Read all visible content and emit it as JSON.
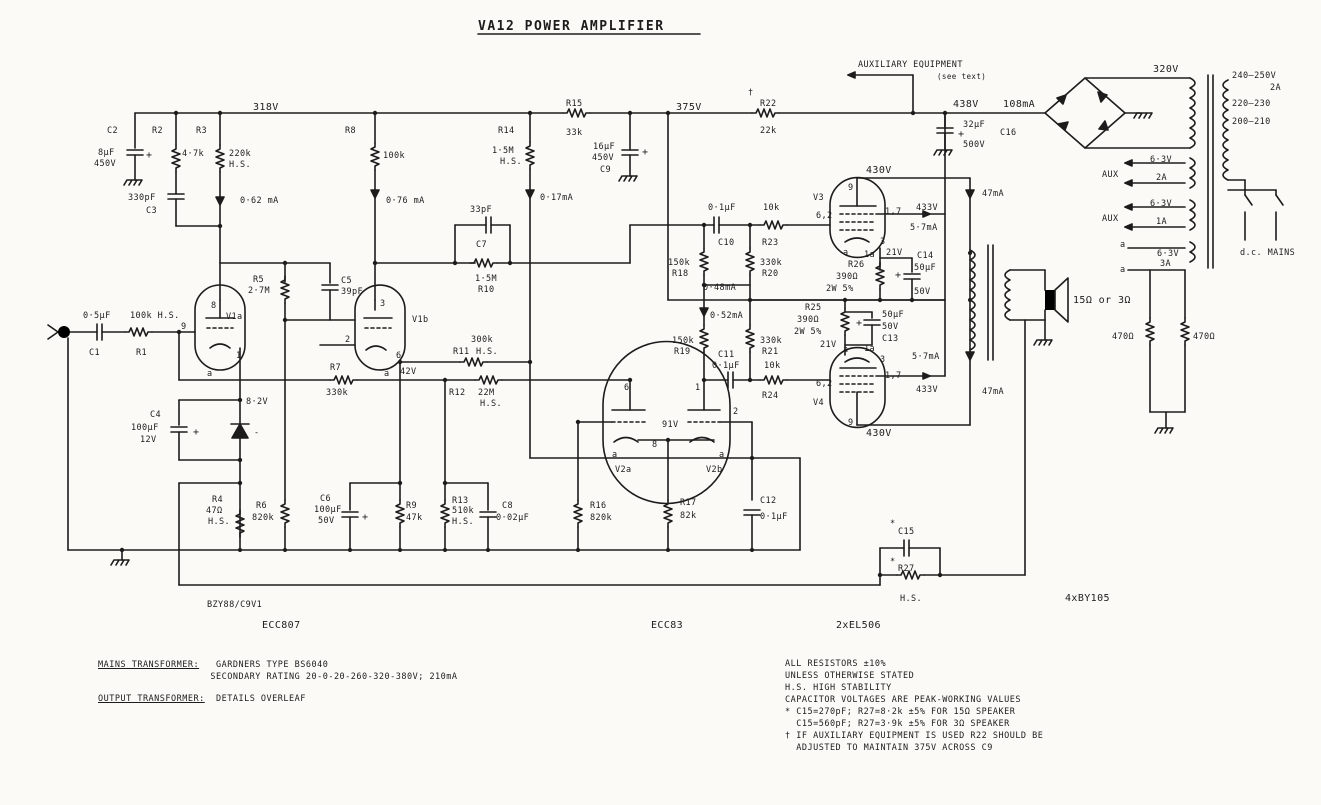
{
  "title": "VA12 POWER AMPLIFIER",
  "rails": {
    "v318": "318V",
    "v375": "375V",
    "v438": "438V",
    "i108": "108mA",
    "v320": "320V",
    "v430a": "430V",
    "v430b": "430V",
    "v433a": "433V",
    "v433b": "433V",
    "v42": "42V",
    "v91": "91V",
    "v82": "8·2V",
    "v21a": "21V",
    "v21b": "21V"
  },
  "currents": {
    "i062": "0·62 mA",
    "i076": "0·76 mA",
    "i017": "0·17mA",
    "i048": "0·48mA",
    "i052": "0·52mA",
    "i47a": "47mA",
    "i47b": "47mA",
    "i57a": "5·7mA",
    "i57b": "5·7mA"
  },
  "aux": {
    "label": "AUXILIARY EQUIPMENT",
    "sub": "(see text)",
    "aux1": "AUX",
    "aux2": "AUX",
    "w1": "6·3V",
    "w1b": "2A",
    "w2": "6·3V",
    "w2b": "1A",
    "w3": "6·3V",
    "w3b": "3A"
  },
  "mains": {
    "taps1": "240–250V",
    "a2": "2A",
    "taps2": "220–230",
    "taps3": "200–210",
    "dc": "d.c. MAINS",
    "speaker": "15Ω or 3Ω",
    "r470a": "470Ω",
    "r470b": "470Ω",
    "bridge": "4xBY105"
  },
  "parts": {
    "C2": "C2",
    "C2v": "8µF",
    "C2w": "450V",
    "R2": "R2",
    "R2v": "4·7k",
    "R3": "R3",
    "R3v": "220k",
    "R3h": "H.S.",
    "C3": "C3",
    "C3v": "330pF",
    "R8": "R8",
    "R8v": "100k",
    "R14": "R14",
    "R14v": "1·5M",
    "R14h": "H.S.",
    "R15": "R15",
    "R15v": "33k",
    "C9": "C9",
    "C9v": "16µF",
    "C9w": "450V",
    "R22": "R22",
    "R22v": "22k",
    "dagger": "†",
    "C16": "C16",
    "C16v": "32µF",
    "C16w": "500V",
    "C7": "C7",
    "C7v": "33pF",
    "R10": "R10",
    "R10v": "1·5M",
    "R5": "R5",
    "R5v": "2·7M",
    "C5": "C5",
    "C5v": "39pF",
    "C1": "C1",
    "C1v": "0·5µF",
    "R1": "R1",
    "R1v": "100k H.S.",
    "V1a": "V1a",
    "V1b": "V1b",
    "R11": "R11",
    "R11v": "300k",
    "R11h": "H.S.",
    "R7": "R7",
    "R7v": "330k",
    "R12": "R12",
    "R12v": "22M",
    "R12h": "H.S.",
    "C4": "C4",
    "C4v": "100µF",
    "C4w": "12V",
    "R4": "R4",
    "R4v": "47Ω",
    "R4h": "H.S.",
    "R6": "R6",
    "R6v": "820k",
    "C6": "C6",
    "C6v": "100µF",
    "C6w": "50V",
    "R9": "R9",
    "R9v": "47k",
    "R13": "R13",
    "R13v": "510k",
    "R13h": "H.S.",
    "C8": "C8",
    "C8v": "0·02µF",
    "R16": "R16",
    "R16v": "820k",
    "R17": "R17",
    "R17v": "82k",
    "C12": "C12",
    "C12v": "0·1µF",
    "C10": "C10",
    "C10v": "0·1µF",
    "R23": "R23",
    "R23v": "10k",
    "R18": "R18",
    "R18v": "150k",
    "R20": "R20",
    "R20v": "330k",
    "R19": "R19",
    "R19v": "150k",
    "R21": "R21",
    "R21v": "330k",
    "C11": "C11",
    "C11v": "0·1µF",
    "R24": "R24",
    "R24v": "10k",
    "R26": "R26",
    "R26v": "390Ω",
    "R26w": "2W 5%",
    "C14": "C14",
    "C14v": "50µF",
    "C14w": "50V",
    "R25": "R25",
    "R25v": "390Ω",
    "R25w": "2W 5%",
    "C13": "C13",
    "C13v": "50µF",
    "C13w": "50V",
    "V2a": "V2a",
    "V2b": "V2b",
    "V3": "V3",
    "V4": "V4",
    "C15": "C15",
    "R27": "R27",
    "R27h": "H.S.",
    "star": "*",
    "zener": "BZY88/C9V1"
  },
  "tubes": {
    "t1": "ECC807",
    "t2": "ECC83",
    "t3": "2xEL506"
  },
  "notes_left": {
    "mt_label": "MAINS TRANSFORMER:",
    "mt_1": "GARDNERS TYPE BS6040",
    "mt_2": "SECONDARY RATING 20-0-20-260-320-380V; 210mA",
    "ot_label": "OUTPUT TRANSFORMER:",
    "ot_1": "DETAILS OVERLEAF"
  },
  "notes_right": [
    "ALL RESISTORS ±10%",
    "UNLESS OTHERWISE STATED",
    "H.S. HIGH STABILITY",
    "CAPACITOR VOLTAGES ARE PEAK-WORKING VALUES",
    "* C15=270pF; R27=8·2k ±5% FOR 15Ω SPEAKER",
    "  C15=560pF; R27=3·9k ±5% FOR 3Ω SPEAKER",
    "† IF AUXILIARY EQUIPMENT IS USED R22 SHOULD BE",
    "  ADJUSTED TO MAINTAIN 375V ACROSS C9"
  ]
}
